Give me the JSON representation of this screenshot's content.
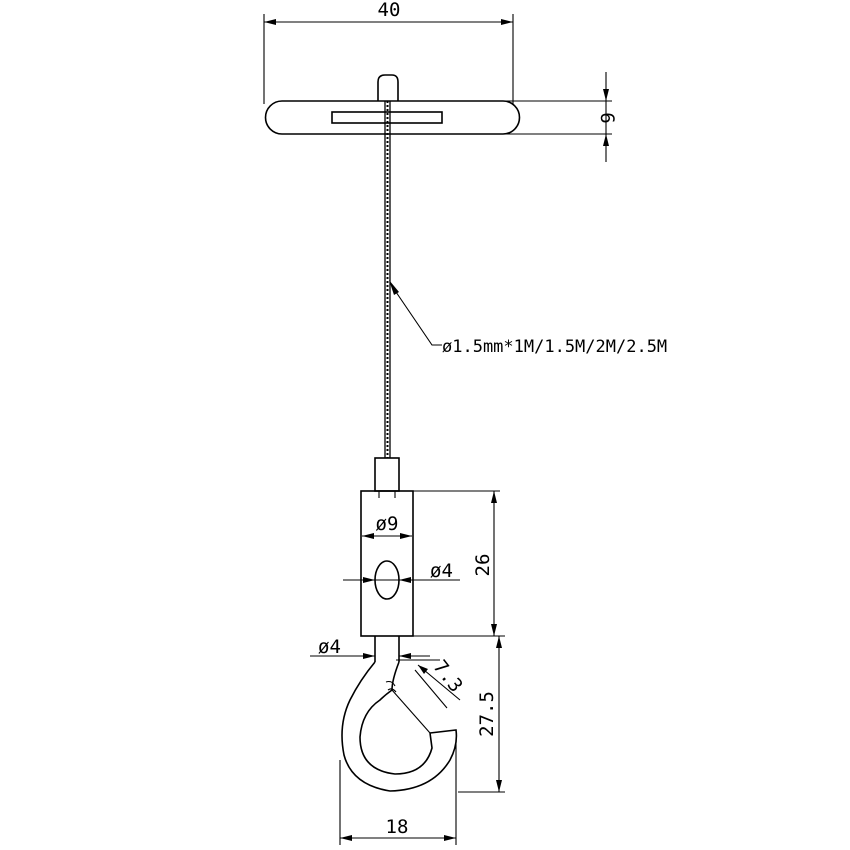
{
  "dimensions": {
    "width_top": "40",
    "height_top": "6",
    "cable_spec": "ø1.5mm*1M/1.5M/2M/2.5M",
    "body_diameter": "ø9",
    "hole_diameter": "ø4",
    "body_height": "26",
    "hook_wire_diameter": "ø4",
    "hook_opening": "7.3",
    "hook_height": "27.5",
    "hook_width": "18"
  },
  "colors": {
    "line": "#000000",
    "background": "#ffffff"
  }
}
